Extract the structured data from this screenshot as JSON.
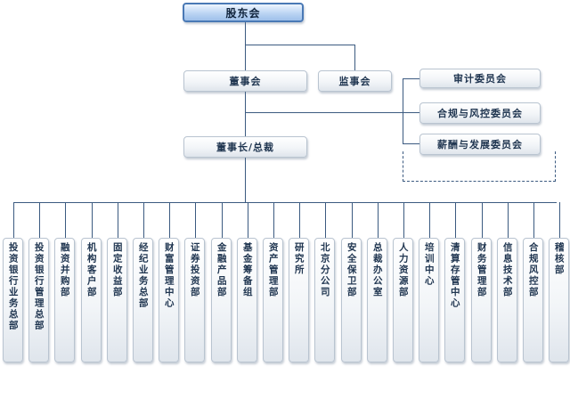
{
  "top": {
    "root": "股东会",
    "board": "董事会",
    "supervisors": "监事会",
    "chairman": "董事长/总裁"
  },
  "committees": [
    "审计委员会",
    "合规与风控委员会",
    "薪酬与发展委员会"
  ],
  "departments": [
    "投资银行业务总部",
    "投资银行管理总部",
    "融资并购部",
    "机构客户部",
    "固定收益部",
    "经纪业务总部",
    "财富管理中心",
    "证券投资部",
    "金融产品部",
    "基金筹备组",
    "资产管理部",
    "研究所",
    "北京分公司",
    "安全保卫部",
    "总裁办公室",
    "人力资源部",
    "培训中心",
    "清算存管中心",
    "财务管理部",
    "信息技术部",
    "合规风控部",
    "稽核部"
  ],
  "colors": {
    "line": "#3b5a80",
    "root_fill": "#b8d2f2",
    "node_border": "#b9c4d0",
    "text": "#1f3550"
  }
}
